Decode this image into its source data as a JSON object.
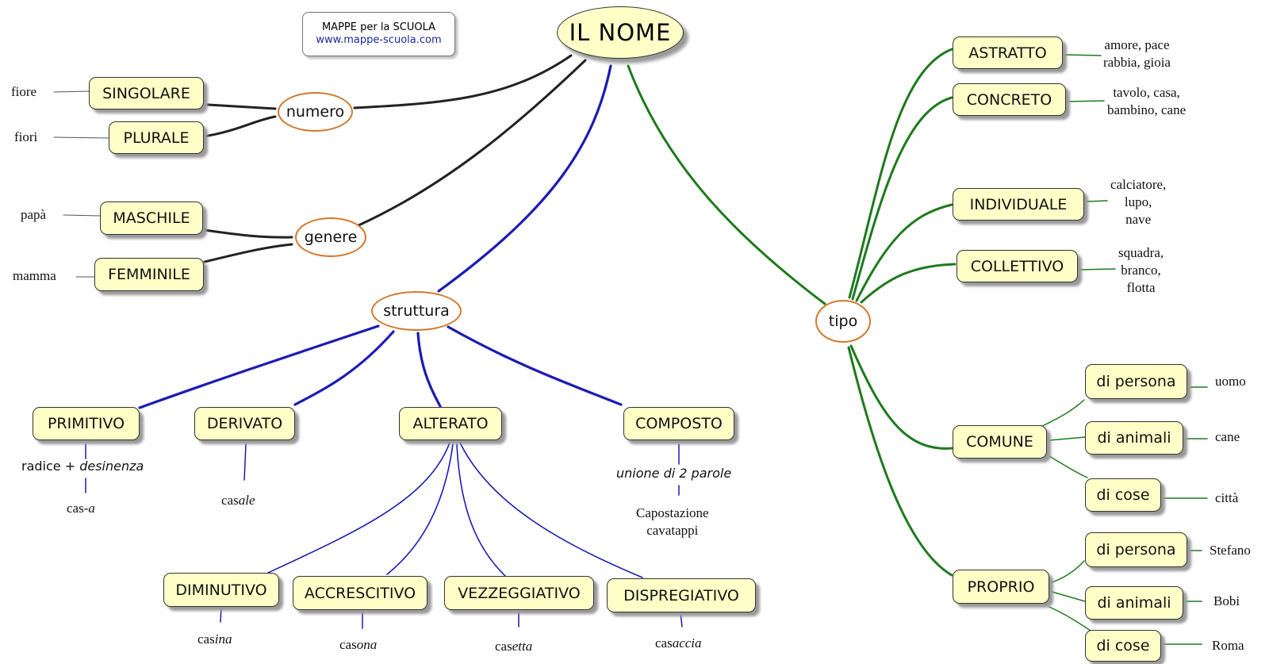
{
  "credit": {
    "title": "MAPPE per la SCUOLA",
    "url": "www.mappe-scuola.com"
  },
  "root": "IL NOME",
  "hubs": {
    "numero": "numero",
    "genere": "genere",
    "struttura": "struttura",
    "tipo": "tipo"
  },
  "numero": {
    "singolare": "SINGOLARE",
    "plurale": "PLURALE",
    "ex_singolare": "fiore",
    "ex_plurale": "fiori"
  },
  "genere": {
    "maschile": "MASCHILE",
    "femminile": "FEMMINILE",
    "ex_maschile": "papà",
    "ex_femminile": "mamma"
  },
  "struttura": {
    "primitivo": "PRIMITIVO",
    "derivato": "DERIVATO",
    "alterato": "ALTERATO",
    "composto": "COMPOSTO",
    "primitivo_rule_a": "radice + ",
    "primitivo_rule_b": "desinenza",
    "primitivo_ex_a": "cas-",
    "primitivo_ex_b": "a",
    "derivato_ex_a": "cas",
    "derivato_ex_b": "ale",
    "composto_rule": "unione di 2 parole",
    "composto_ex": "Capostazione\ncavatappi",
    "diminutivo": "DIMINUTIVO",
    "accrescitivo": "ACCRESCITIVO",
    "vezzeggiativo": "VEZZEGGIATIVO",
    "dispregiativo": "DISPREGIATIVO",
    "diminutivo_ex_a": "cas",
    "diminutivo_ex_b": "ina",
    "accrescitivo_ex_a": "cas",
    "accrescitivo_ex_b": "ona",
    "vezzeggiativo_ex_a": "cas",
    "vezzeggiativo_ex_b": "etta",
    "dispregiativo_ex_a": "cas",
    "dispregiativo_ex_b": "accia"
  },
  "tipo": {
    "astratto": "ASTRATTO",
    "concreto": "CONCRETO",
    "individuale": "INDIVIDUALE",
    "collettivo": "COLLETTIVO",
    "comune": "COMUNE",
    "proprio": "PROPRIO",
    "ex_astratto": "amore, pace\nrabbia, gioia",
    "ex_concreto": "tavolo, casa,\nbambino, cane",
    "ex_individuale": "calciatore,\nlupo,\nnave",
    "ex_collettivo": "squadra,\nbranco,\nflotta",
    "comune_persona": "di persona",
    "comune_animali": "di animali",
    "comune_cose": "di cose",
    "ex_comune_persona": "uomo",
    "ex_comune_animali": "cane",
    "ex_comune_cose": "città",
    "proprio_persona": "di persona",
    "proprio_animali": "di animali",
    "proprio_cose": "di cose",
    "ex_proprio_persona": "Stefano",
    "ex_proprio_animali": "Bobi",
    "ex_proprio_cose": "Roma"
  },
  "colors": {
    "black_branch": "#222222",
    "blue_branch": "#1c1cb4",
    "green_branch": "#1e7a1e",
    "hub_border": "#d4782d",
    "node_fill": "#ffffc8"
  }
}
